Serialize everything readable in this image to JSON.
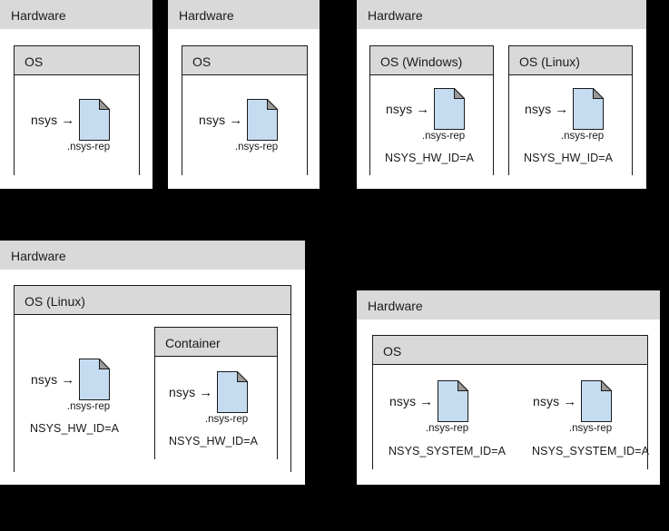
{
  "diagram": {
    "title": "nsys report identity across hardware, OS, and container boundaries",
    "colors": {
      "background": "#000000",
      "panel_fill": "#ffffff",
      "header_fill": "#d9d9d9",
      "border": "#1a1a1a",
      "document_fill": "#c5dcf0",
      "document_fold": "#9a9a9a",
      "text": "#1a1a1a"
    },
    "labels": {
      "hardware": "Hardware",
      "os": "OS",
      "os_windows": "OS (Windows)",
      "os_linux": "OS (Linux)",
      "container": "Container",
      "nsys": "nsys",
      "arrow": "→",
      "report_file": ".nsys-rep",
      "hw_id": "NSYS_HW_ID=A",
      "system_id": "NSYS_SYSTEM_ID=A"
    },
    "icons": {
      "document": "document-icon"
    }
  },
  "panels": [
    {
      "id": "panel-1",
      "name": "hardware-panel-single-os-a",
      "header": "Hardware",
      "children": [
        {
          "id": "os-1",
          "header": "OS",
          "nsys": {
            "label": "nsys",
            "arrow": "→",
            "file": ".nsys-rep"
          },
          "env": null
        }
      ]
    },
    {
      "id": "panel-2",
      "name": "hardware-panel-single-os-b",
      "header": "Hardware",
      "children": [
        {
          "id": "os-2",
          "header": "OS",
          "nsys": {
            "label": "nsys",
            "arrow": "→",
            "file": ".nsys-rep"
          },
          "env": null
        }
      ]
    },
    {
      "id": "panel-3",
      "name": "hardware-panel-dual-boot",
      "header": "Hardware",
      "children": [
        {
          "id": "os-windows",
          "header": "OS (Windows)",
          "nsys": {
            "label": "nsys",
            "arrow": "→",
            "file": ".nsys-rep"
          },
          "env": "NSYS_HW_ID=A"
        },
        {
          "id": "os-linux",
          "header": "OS (Linux)",
          "nsys": {
            "label": "nsys",
            "arrow": "→",
            "file": ".nsys-rep"
          },
          "env": "NSYS_HW_ID=A"
        }
      ]
    },
    {
      "id": "panel-4",
      "name": "hardware-panel-container",
      "header": "Hardware",
      "children": [
        {
          "id": "os-linux-host",
          "header": "OS (Linux)",
          "nsys": {
            "label": "nsys",
            "arrow": "→",
            "file": ".nsys-rep"
          },
          "env": "NSYS_HW_ID=A",
          "children": [
            {
              "id": "container",
              "header": "Container",
              "nsys": {
                "label": "nsys",
                "arrow": "→",
                "file": ".nsys-rep"
              },
              "env": "NSYS_HW_ID=A"
            }
          ]
        }
      ]
    },
    {
      "id": "panel-5",
      "name": "hardware-panel-system-id",
      "header": "Hardware",
      "children": [
        {
          "id": "os-5",
          "header": "OS",
          "runs": [
            {
              "nsys": {
                "label": "nsys",
                "arrow": "→",
                "file": ".nsys-rep"
              },
              "env": "NSYS_SYSTEM_ID=A"
            },
            {
              "nsys": {
                "label": "nsys",
                "arrow": "→",
                "file": ".nsys-rep"
              },
              "env": "NSYS_SYSTEM_ID=A"
            }
          ]
        }
      ]
    }
  ]
}
